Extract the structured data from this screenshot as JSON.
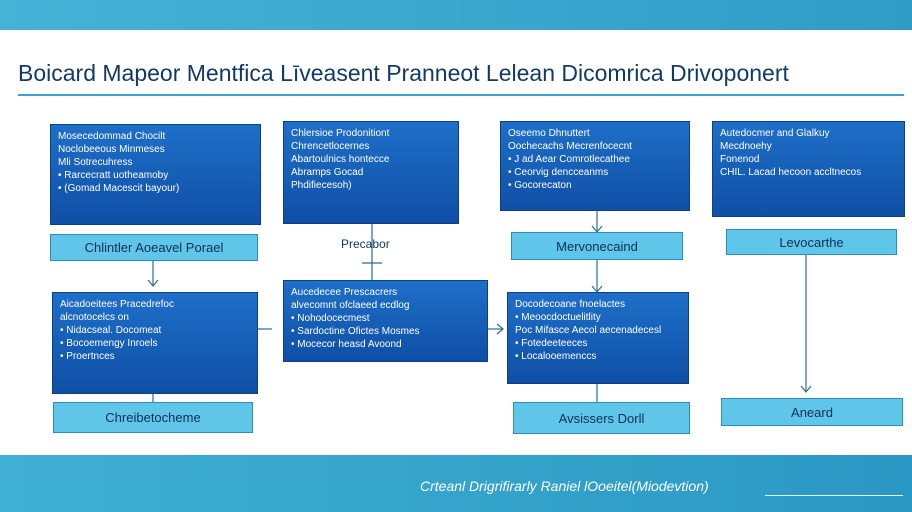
{
  "title": "Boicard Mapeor Mentfica Līveasent Pranneot Lelean Dicomrica Drivoponert",
  "boxes": {
    "b1": [
      "Mosecedommad  Chocilt",
      "Noclobeeous Minmeses",
      "",
      "Mli  Sotrecuhress",
      "• Rarcecratt uotheamoby",
      "•  (Gomad Macescit bayour)"
    ],
    "b2": [
      "Chlersioe  Prodonitiont",
      "Chrencetlocernes",
      "",
      "Abartoulnics  hontecce",
      "Abramps Gocad",
      "Phdifiecesoh)"
    ],
    "b3": [
      "Oseemo Dhnuttert",
      "Oochecachs Mecrenfocecnt",
      "",
      "•  J ad  Aear Comrotlecathee",
      "•  Ceorvig  dencceanms",
      "•  Gocorecaton"
    ],
    "b4": [
      "Autedocmer and Glalkuy",
      "Mecdnoehy",
      "Fonenod",
      "",
      "CHIL. Lacad hecoon accltnecos"
    ],
    "b5": [
      "Aicadoeitees Pracedrefoc",
      "alcnotocelcs on",
      "",
      "• Nidacseal. Docomeat",
      "• Bocoemengy Inroels",
      "• Proertnces"
    ],
    "b6": [
      "Aucedecee  Prescacrers",
      "alvecomnt ofclaeed ecdlog",
      "• Nohodocecmest",
      "",
      "•  Sardoctine Ofictes Mosmes",
      "•  Mocecor heasd Avoond"
    ],
    "b7": [
      "Docodecoane fnoelactes",
      "",
      "•  Meoocdoctuelitlity",
      "",
      "Poc Mifasce Aecol aecenadecesl",
      "•  Fotedeeteeces",
      "•  Localooemenccs"
    ]
  },
  "labels": {
    "l1": "Chlintler Aoeavel Porael",
    "l2": "Mervonecaind",
    "l3": "Levocarthe",
    "l4": "Chreibetocheme",
    "l5": "Avsissers Dorll",
    "l6": "Aneard"
  },
  "free_label": "Precabor",
  "footer_text": "Crteanl Drigrifirarly Raniel lOoeitel(Miodevtion)"
}
